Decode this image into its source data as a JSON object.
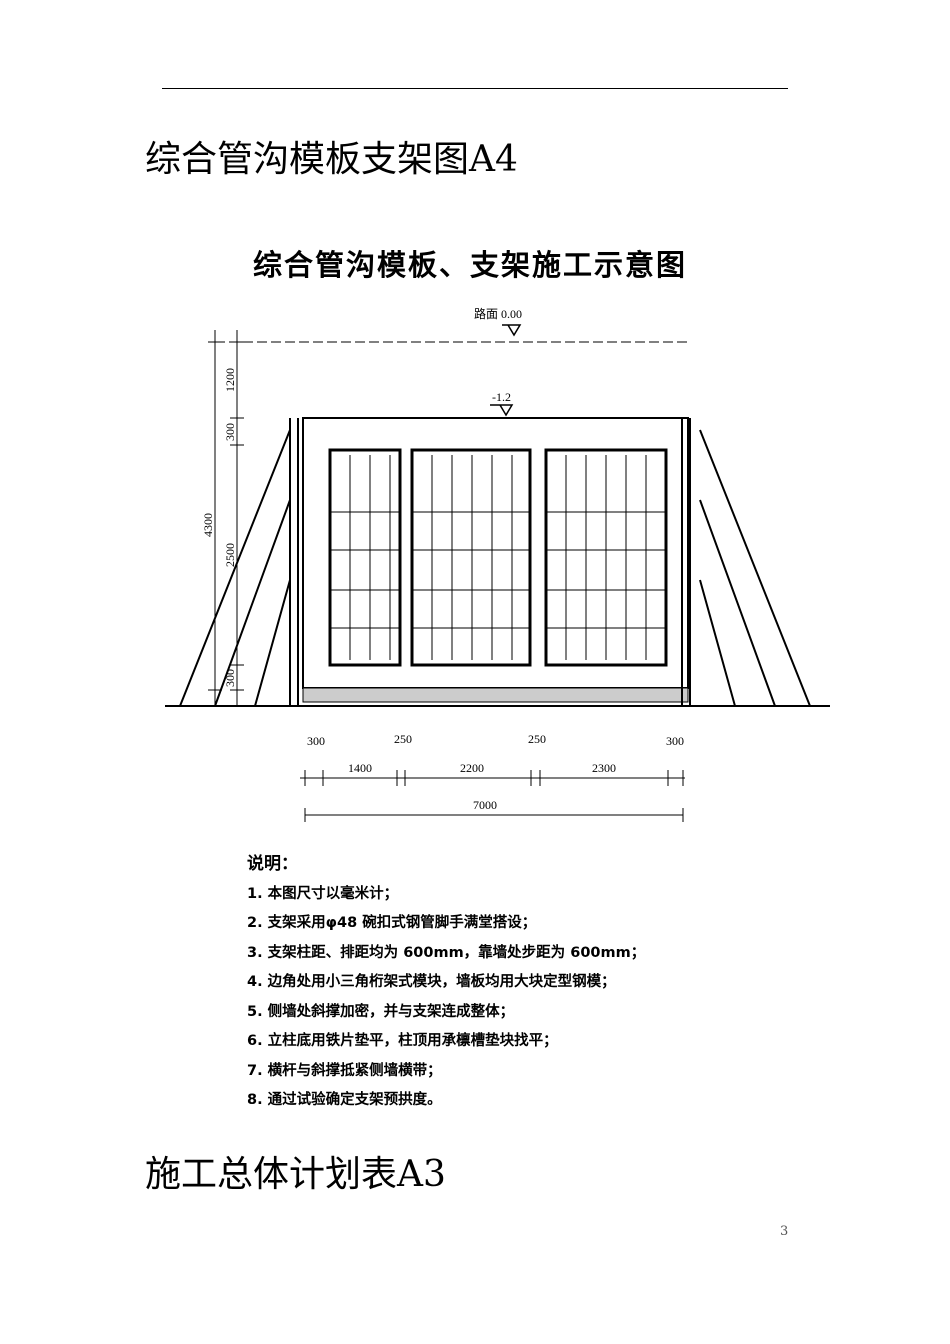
{
  "heading_top": "综合管沟模板支架图A4",
  "diagram": {
    "title": "综合管沟模板、支架施工示意图",
    "road_label": "路面 0.00",
    "top_level_label": "-1.2",
    "vertical_dims": {
      "total": "4300",
      "cover": "1200",
      "top_slab": "300",
      "wall": "2500",
      "bottom_slab": "300"
    },
    "horizontal_dims": {
      "wall_left": "300",
      "cell1": "1400",
      "mid_wall1": "250",
      "cell2": "2200",
      "mid_wall2": "250",
      "cell3": "2300",
      "wall_right": "300",
      "total": "7000"
    }
  },
  "notes": {
    "title": "说明：",
    "items": [
      "1. 本图尺寸以毫米计；",
      "2. 支架采用φ48 碗扣式钢管脚手满堂搭设；",
      "3. 支架柱距、排距均为 600mm，靠墙处步距为 600mm；",
      "4. 边角处用小三角桁架式模块，墙板均用大块定型钢模；",
      "5. 侧墙处斜撑加密，并与支架连成整体；",
      "6. 立柱底用铁片垫平，柱顶用承檩槽垫块找平；",
      "7. 横杆与斜撑抵紧侧墙横带；",
      "8. 通过试验确定支架预拱度。"
    ]
  },
  "heading_bottom": "施工总体计划表A3",
  "page_number": "3"
}
